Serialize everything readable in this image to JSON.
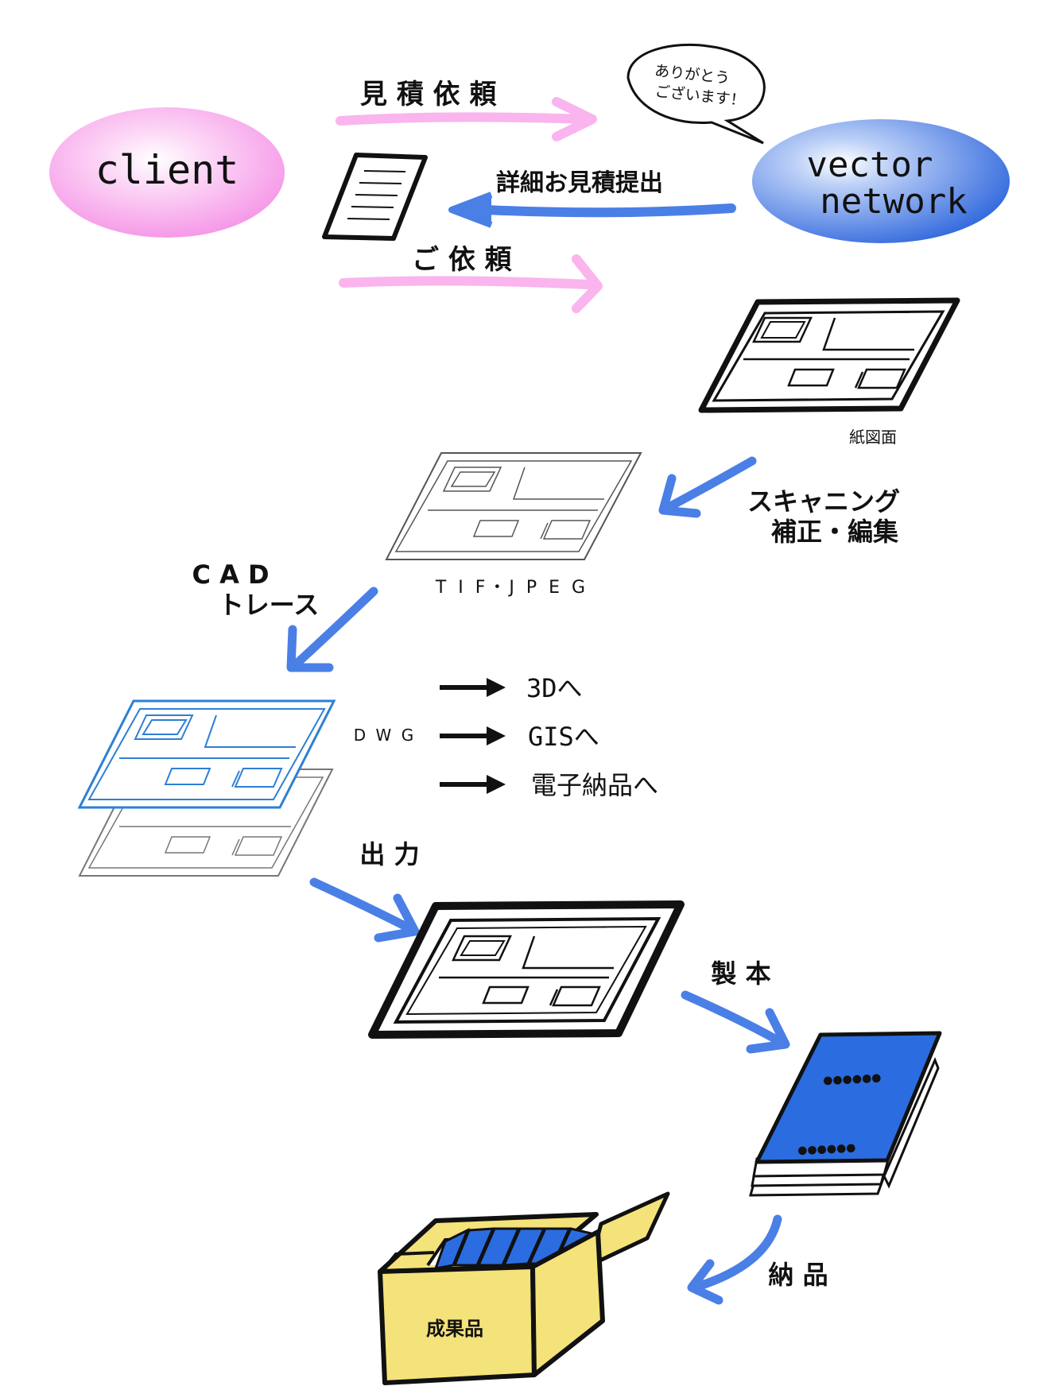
{
  "nodes": {
    "client": "client",
    "vector_line1": "vector",
    "vector_line2": "network"
  },
  "speech_bubble": {
    "line1": "ありがとう",
    "line2": "ございます！"
  },
  "steps": {
    "estimate_request": "見 積 依 頼",
    "estimate_submit": "詳細お見積提出",
    "order": "ご 依 頼",
    "scanning_line1": "スキャニング",
    "scanning_line2": "補正・編集",
    "cad_line1": "C A D",
    "cad_line2": "トレース",
    "output": "出 力",
    "binding": "製 本",
    "delivery": "納 品"
  },
  "artifacts": {
    "paper_drawing": "紙図面",
    "raster_format": "T I F・J P E G",
    "vector_format": "D W G",
    "box_label": "成果品",
    "book_dots": "●●●●●●"
  },
  "exports": [
    "3Dへ",
    "GISへ",
    "電子納品へ"
  ],
  "colors": {
    "client_pink": "#f9a3ef",
    "vector_blue": "#2f6fe0",
    "arrow_pink": "#fab4ee",
    "arrow_blue": "#4a7fe6",
    "cad_blue": "#2d7fd6",
    "book_blue": "#2b6de0",
    "box_yellow": "#f4e27a"
  }
}
